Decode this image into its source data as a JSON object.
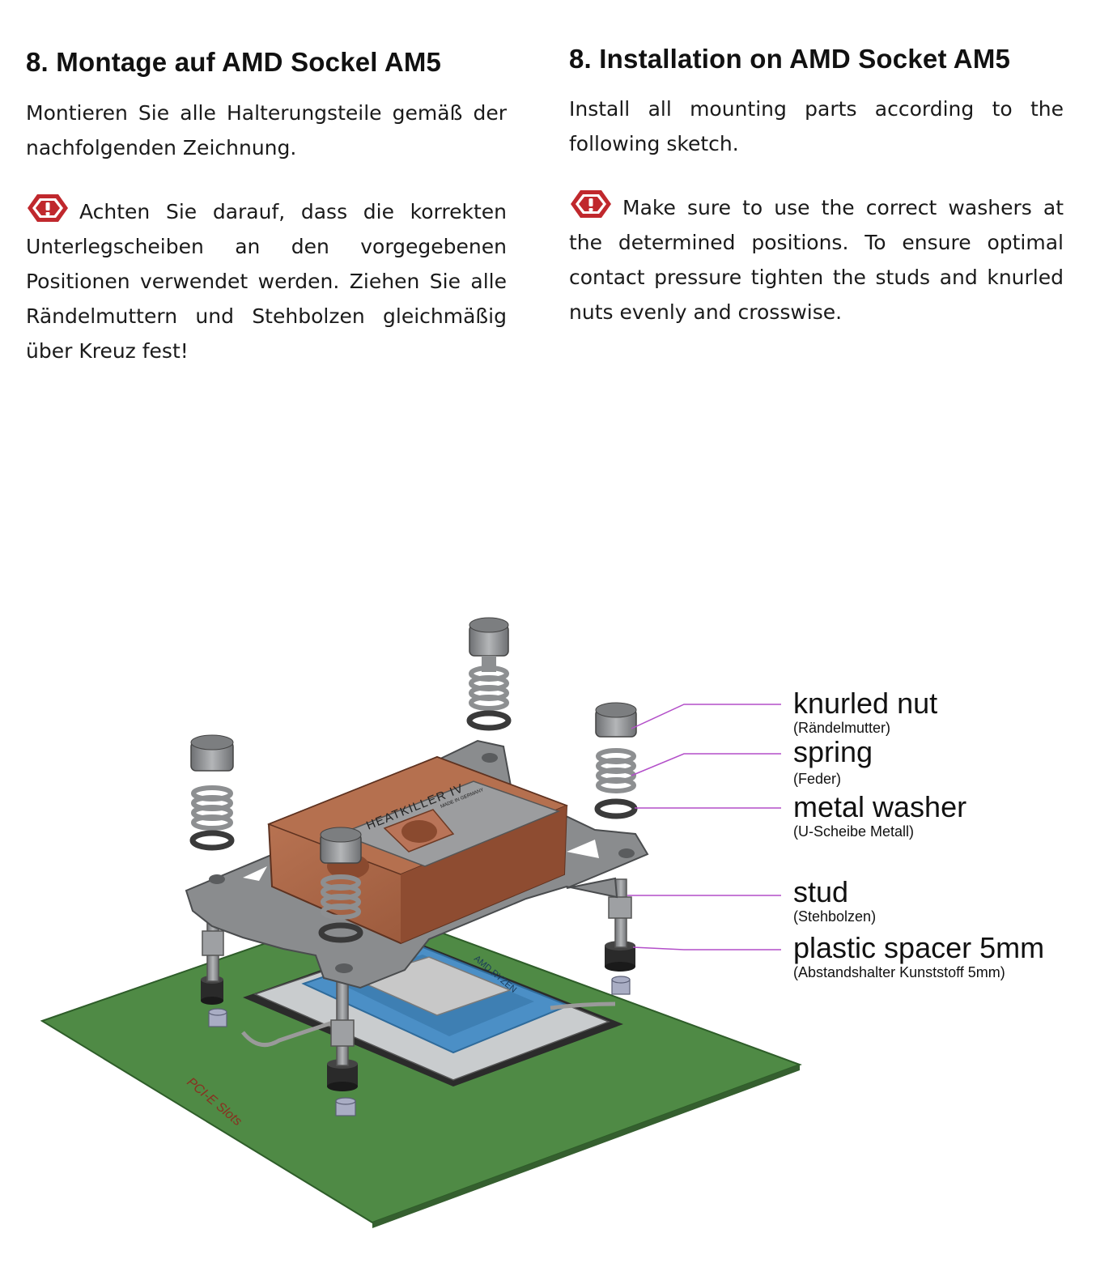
{
  "german": {
    "heading": "8. Montage auf AMD Sockel AM5",
    "para1": "Montieren Sie alle Halterungsteile gemäß der nachfolgenden Zeichnung.",
    "para2": "Achten Sie darauf, dass die korrekten Unterlegscheiben an den vorgegebenen Positionen verwendet werden. Ziehen Sie alle Rändelmuttern und Stehbolzen gleichmäßig über Kreuz fest!"
  },
  "english": {
    "heading": "8. Installation on AMD Socket AM5",
    "para1": "Install all mounting parts according to the following sketch.",
    "para2": "Make sure to use the correct washers at the determined positions. To ensure optimal contact pressure tighten the studs and knurled nuts evenly and crosswise."
  },
  "warning_icon": {
    "icon": "warning-exclamation-icon",
    "color": "#c0282d"
  },
  "diagram": {
    "block_brand": "HEATKILLER IV",
    "block_subtext": "MADE IN GERMANY",
    "cpu_label": "AMD RYZEN",
    "board_label": "PCI-E Slots",
    "colors": {
      "board": "#4f8a45",
      "copper": "#a65f40",
      "bracket": "#8a8c8e",
      "socket_frame": "#4b8fc6",
      "callout_line": "#b34fc9"
    },
    "labels": [
      {
        "name": "knurled nut",
        "sub": "(Rändelmutter)"
      },
      {
        "name": "spring",
        "sub": "(Feder)"
      },
      {
        "name": "metal washer",
        "sub": "(U-Scheibe Metall)"
      },
      {
        "name": "stud",
        "sub": "(Stehbolzen)"
      },
      {
        "name": "plastic spacer 5mm",
        "sub": "(Abstandshalter Kunststoff 5mm)"
      }
    ]
  }
}
